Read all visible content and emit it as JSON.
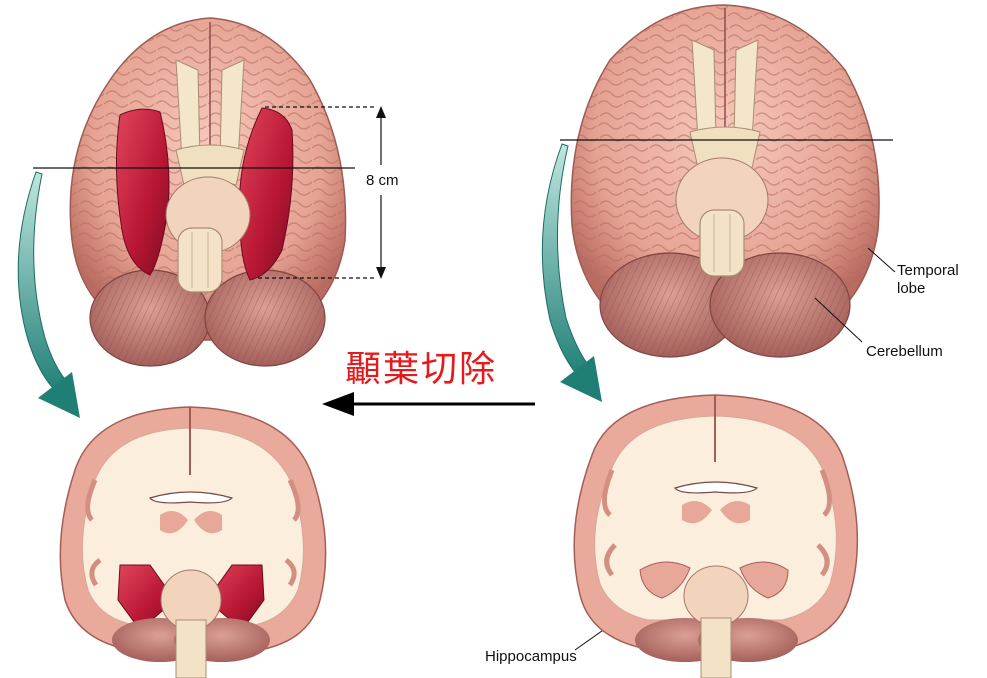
{
  "labels": {
    "measure": "8 cm",
    "temporal_1": "Temporal",
    "temporal_2": "lobe",
    "cerebellum": "Cerebellum",
    "hippocampus": "Hippocampus"
  },
  "caption": "顳葉切除",
  "colors": {
    "brain_pink": "#e9a99b",
    "brain_shade": "#b86a62",
    "white_matter": "#fbeedd",
    "stem": "#f2dcc4",
    "resected_red": "#c31f3d",
    "arrow_teal": "#2f8f84",
    "caption_red": "#e41a1c"
  }
}
